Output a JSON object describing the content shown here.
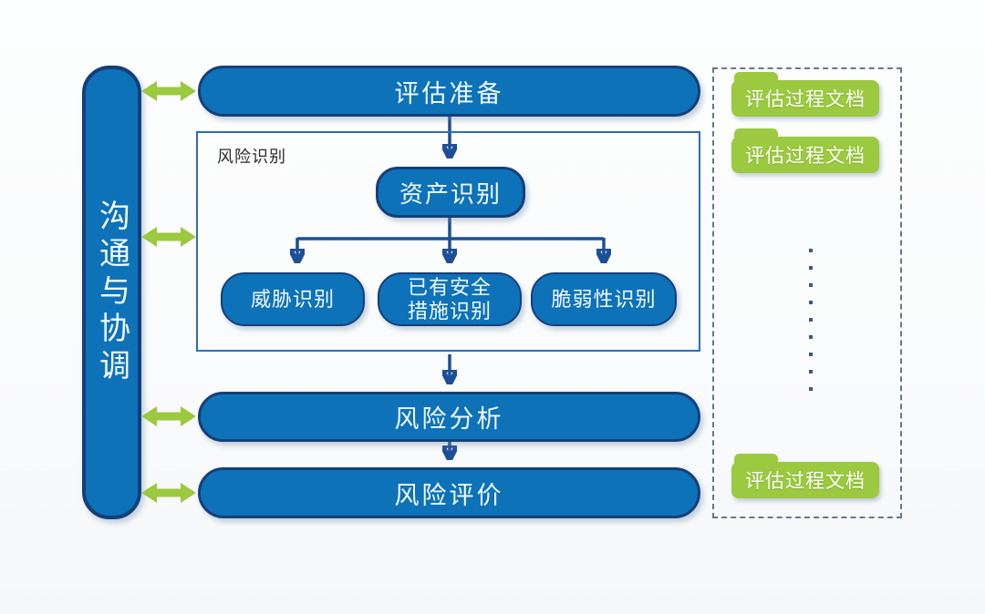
{
  "palette": {
    "blue_fill": "#0E72B9",
    "blue_border": "#153F7A",
    "connector": "#1D4F96",
    "green": "#9BC93F",
    "white_text": "#F2FAFF",
    "label_dark": "#2B2B2B",
    "dashed_border": "#64788E",
    "dot_color": "#3C5A7E",
    "group_border": "#2E6DB4"
  },
  "sidebar": {
    "label": "沟通与协调"
  },
  "flow": {
    "prepare_label": "评估准备",
    "group_label": "风险识别",
    "asset_label": "资产识别",
    "threat_label": "威胁识别",
    "existing_label_line1": "已有安全",
    "existing_label_line2": "措施识别",
    "vulnerability_label": "脆弱性识别",
    "analysis_label": "风险分析",
    "evaluation_label": "风险评价"
  },
  "documents": {
    "folders": [
      {
        "label": "评估过程文档"
      },
      {
        "label": "评估过程文档"
      },
      {
        "label": "评估过程文档"
      }
    ]
  }
}
